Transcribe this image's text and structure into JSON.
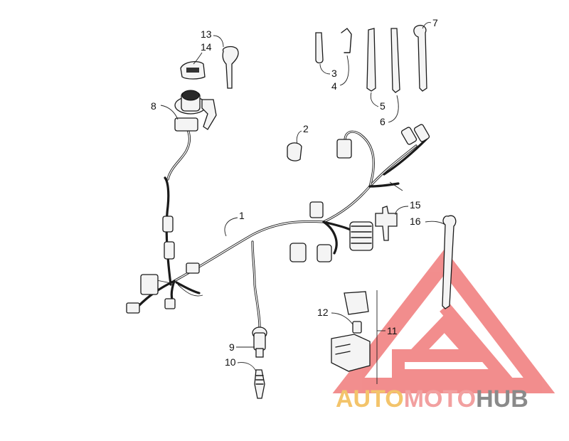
{
  "callouts": {
    "c1": "1",
    "c2": "2",
    "c3": "3",
    "c4": "4",
    "c5": "5",
    "c6": "6",
    "c7": "7",
    "c8": "8",
    "c9": "9",
    "c10": "10",
    "c11": "11",
    "c12": "12",
    "c13": "13",
    "c14": "14",
    "c15": "15",
    "c16": "16"
  },
  "watermark": {
    "part1": "AUTO",
    "part2": "MOTO",
    "part3": "HUB",
    "color_auto": "#f3c46b",
    "color_moto": "#f2a0a0",
    "color_hub": "#8a8a8a",
    "color_logo": "#f07a7a"
  }
}
